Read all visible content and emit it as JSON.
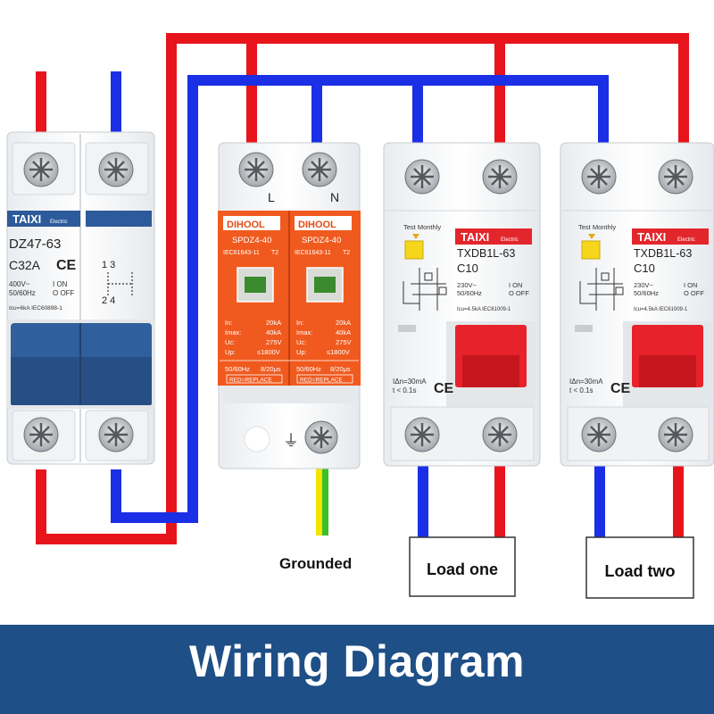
{
  "colors": {
    "live": "#e8141c",
    "neutral": "#1a2fe6",
    "earth_yellow": "#f2e600",
    "earth_green": "#3dbf2a",
    "banner": "#1e4f86",
    "spd_orange": "#f05a1e",
    "handle_blue": "#2f5f9c",
    "handle_red": "#e8222b",
    "brand_red": "#e3262b"
  },
  "mcb": {
    "brand": "TAIXI",
    "brand_sub": "Electric",
    "model": "DZ47-63",
    "rating": "C32A",
    "ce": "CE",
    "pole_labels": "1 3",
    "pole_labels_bottom": "2 4",
    "voltage": "400V~",
    "freq": "50/60Hz",
    "on": "I ON",
    "off": "O OFF",
    "spec": "Icu=6kA IEC60898-1"
  },
  "spd": {
    "label_l": "L",
    "label_n": "N",
    "brand": "DIHOOL",
    "model": "SPDZ4-40",
    "standard": "IEC61643-11",
    "type": "T2",
    "specs": [
      {
        "k": "In:",
        "v": "20kA"
      },
      {
        "k": "Imax:",
        "v": "40kA"
      },
      {
        "k": "Uc:",
        "v": "275V"
      },
      {
        "k": "Up:",
        "v": "≤1800V"
      }
    ],
    "freq": "50/60Hz",
    "wave": "8/20μs",
    "replace": "RED=REPLACE",
    "ground_symbol": "⏚"
  },
  "rcbo": [
    {
      "test": "Test Monthly",
      "brand": "TAIXI",
      "brand_sub": "Electric",
      "model": "TXDB1L-63",
      "rating": "C10",
      "voltage": "230V~",
      "freq": "50/60Hz",
      "on": "I ON",
      "off": "O OFF",
      "spec": "Icu=4.5kA IEC61009-1",
      "idn": "IΔn=30mA",
      "t": "t < 0.1s",
      "ce": "CE"
    },
    {
      "test": "Test Monthly",
      "brand": "TAIXI",
      "brand_sub": "Electric",
      "model": "TXDB1L-63",
      "rating": "C10",
      "voltage": "230V~",
      "freq": "50/60Hz",
      "on": "I ON",
      "off": "O OFF",
      "spec": "Icu=4.5kA IEC61009-1",
      "idn": "IΔn=30mA",
      "t": "t < 0.1s",
      "ce": "CE"
    }
  ],
  "labels": {
    "grounded": "Grounded",
    "load_one": "Load one",
    "load_two": "Load two"
  },
  "banner": {
    "title": "Wiring Diagram"
  }
}
